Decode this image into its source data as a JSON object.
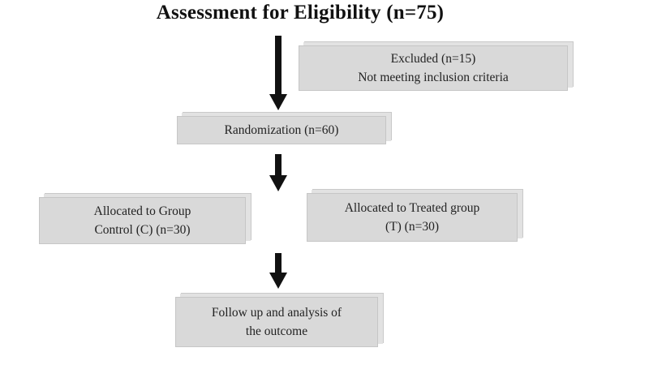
{
  "title": "Assessment for Eligibility (n=75)",
  "boxes": {
    "excluded": {
      "line1": "Excluded (n=15)",
      "line2": "Not meeting inclusion criteria"
    },
    "randomization": {
      "line1": "Randomization (n=60)"
    },
    "control": {
      "line1": "Allocated to Group",
      "line2": "Control (C) (n=30)"
    },
    "treated": {
      "line1": "Allocated to Treated group",
      "line2": "(T) (n=30)"
    },
    "followup": {
      "line1": "Follow up and analysis of",
      "line2": "the outcome"
    }
  },
  "colors": {
    "box_fill": "#d9d9d9",
    "arrow": "#111111"
  }
}
